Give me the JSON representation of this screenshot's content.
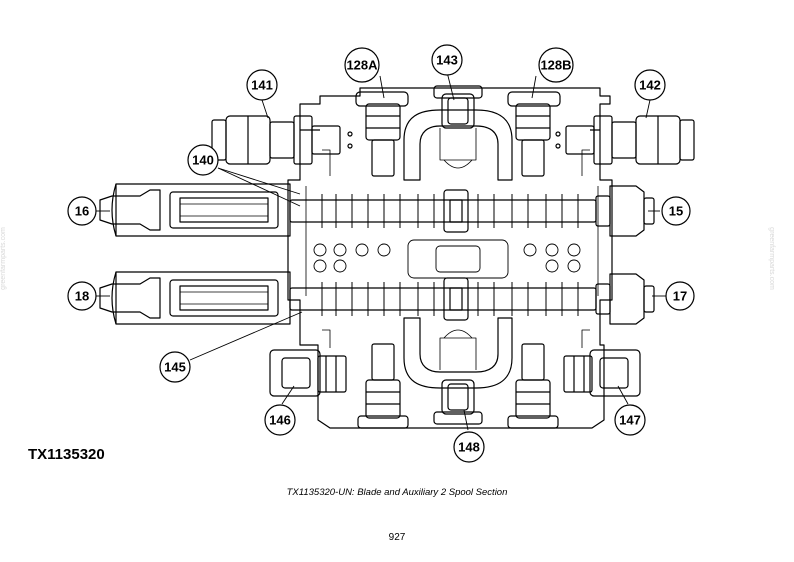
{
  "figure": {
    "id": "TX1135320",
    "caption": "TX1135320-UN: Blade and Auxiliary 2 Spool Section",
    "page_number": "927",
    "watermark": "greenfarmparts.com"
  },
  "callouts": {
    "c128A": "128A",
    "c143": "143",
    "c128B": "128B",
    "c141": "141",
    "c142": "142",
    "c140": "140",
    "c16": "16",
    "c15": "15",
    "c18": "18",
    "c17": "17",
    "c145": "145",
    "c146": "146",
    "c147": "147",
    "c148": "148"
  }
}
